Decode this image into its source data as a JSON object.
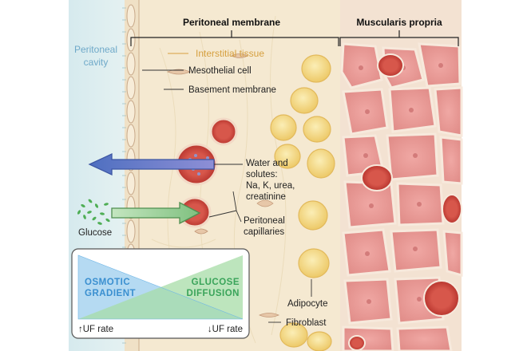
{
  "labels": {
    "peritoneal_membrane": "Peritoneal membrane",
    "muscularis_propria": "Muscularis propria",
    "peritoneal_cavity_1": "Peritoneal",
    "peritoneal_cavity_2": "cavity",
    "interstitial_tissue": "Interstitial tissue",
    "mesothelial_cell": "Mesothelial cell",
    "basement_membrane": "Basement membrane",
    "water_solutes_1": "Water and",
    "water_solutes_2": "solutes:",
    "water_solutes_3": "Na, K, urea,",
    "water_solutes_4": "creatinine",
    "peritoneal_capillaries_1": "Peritoneal",
    "peritoneal_capillaries_2": "capillaries",
    "glucose": "Glucose",
    "adipocyte": "Adipocyte",
    "fibroblast": "Fibroblast"
  },
  "inset": {
    "osmotic_1": "OSMOTIC",
    "osmotic_2": "GRADIENT",
    "glucose_1": "GLUCOSE",
    "glucose_2": "DIFFUSION",
    "uf_up": "↑UF rate",
    "uf_down": "↓UF rate"
  },
  "colors": {
    "cavity": "#d8ecef",
    "interstitium": "#f4e8cf",
    "muscle_cell": "#e89a98",
    "muscle_border": "#f2e4d4",
    "capillary": "#d9554a",
    "adipocyte": "#f6dc8a",
    "osmotic_blue": "#6fb6e6",
    "glucose_green": "#7ccc83"
  }
}
